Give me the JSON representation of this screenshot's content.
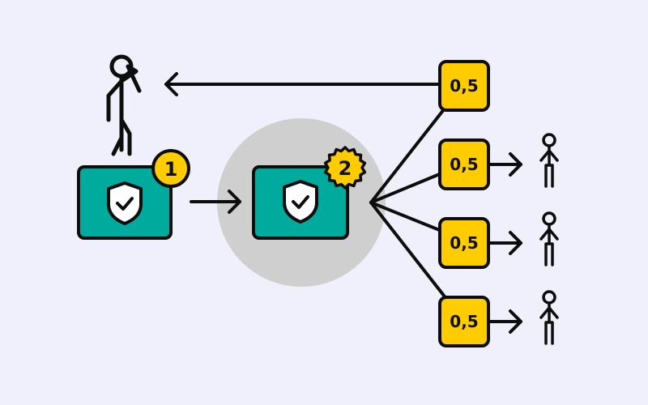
{
  "diagram": {
    "background": "#f0f0fc",
    "colors": {
      "card": "#00ab9e",
      "badge": "#ffcc00",
      "highlight_circle": "#cfcfcf",
      "stroke": "#0d0d0d",
      "shield": "#ffffff"
    },
    "nodes": {
      "vault_1": {
        "badge": "1",
        "icon": "shield-check-icon"
      },
      "vault_2": {
        "badge": "2",
        "icon": "shield-check-icon",
        "highlighted": true
      }
    },
    "shares": [
      {
        "label": "0,5",
        "target": "original-person"
      },
      {
        "label": "0,5",
        "target": "person"
      },
      {
        "label": "0,5",
        "target": "person"
      },
      {
        "label": "0,5",
        "target": "person"
      }
    ]
  }
}
